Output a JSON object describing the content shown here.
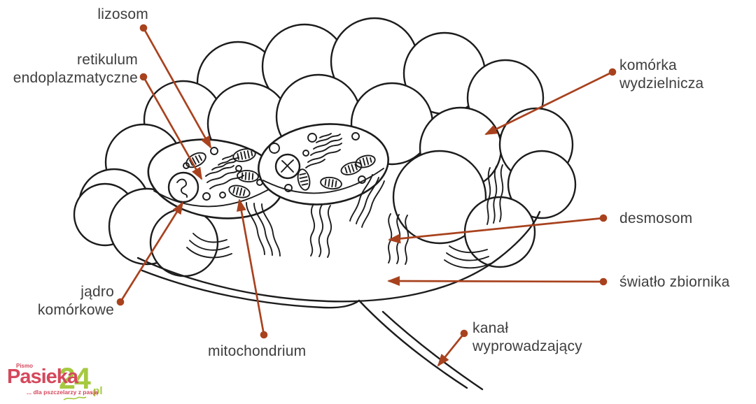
{
  "figure": {
    "description": "Hand-drawn diagram of a secretory gland (acinus) of a bee, with two cells cut open showing organelles",
    "labels": {
      "lizosom": {
        "text": "lizosom"
      },
      "retikulum": {
        "line1": "retikulum",
        "line2": "endoplazmatyczne"
      },
      "komorka": {
        "line1": "komórka",
        "line2": "wydzielnicza"
      },
      "desmosom": {
        "text": "desmosom"
      },
      "swiatlo": {
        "text": "światło zbiornika"
      },
      "jadro": {
        "line1": "jądro",
        "line2": "komórkowe"
      },
      "mitochondrium": {
        "text": "mitochondrium"
      },
      "kanal": {
        "line1": "kanał",
        "line2": "wyprowadzający"
      }
    },
    "colors": {
      "annotation": "#A8421E",
      "label_text": "#3E3E3E",
      "drawing_line": "#1C1C1C",
      "background": "#FFFFFF"
    }
  },
  "logo": {
    "pismo": "Pismo",
    "name": "Pasieka",
    "number": "24",
    "tld": ".pl",
    "tagline": "... dla pszczelarzy z pasją",
    "colors": {
      "red": "#D5485C",
      "green": "#A5C93F"
    }
  }
}
